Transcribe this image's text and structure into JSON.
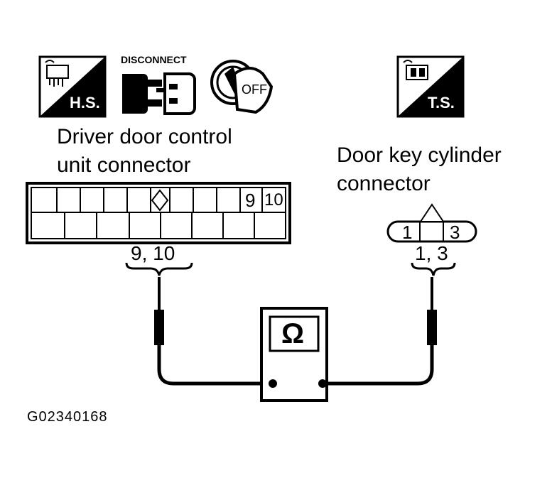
{
  "icons": {
    "hs_label": "H.S.",
    "disconnect_label": "DISCONNECT",
    "off_label": "OFF",
    "ts_label": "T.S."
  },
  "driver_connector": {
    "title_line1": "Driver door control",
    "title_line2": "unit connector",
    "pin_9": "9",
    "pin_10": "10",
    "probe_label": "9, 10"
  },
  "key_connector": {
    "title_line1": "Door key cylinder",
    "title_line2": "connector",
    "pin_1": "1",
    "pin_3": "3",
    "probe_label": "1, 3"
  },
  "meter": {
    "symbol": "Ω"
  },
  "figure_id": "G02340168"
}
